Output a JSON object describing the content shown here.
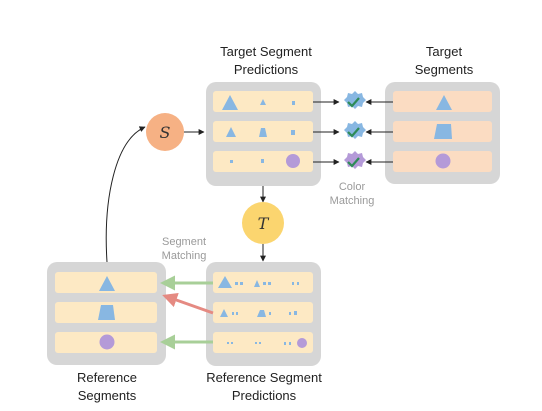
{
  "labels": {
    "target_predictions": [
      "Target Segment",
      "Predictions"
    ],
    "target_segments": [
      "Target",
      "Segments"
    ],
    "reference_segments": [
      "Reference",
      "Segments"
    ],
    "reference_predictions": [
      "Reference Segment",
      "Predictions"
    ],
    "color_matching": [
      "Color",
      "Matching"
    ],
    "segment_matching": [
      "Segment",
      "Matching"
    ]
  },
  "nodes": {
    "s": "S",
    "t": "T"
  },
  "icons": {
    "check": "check-badge-icon",
    "triangle": "triangle-icon",
    "trapezoid": "trapezoid-icon",
    "circle": "circle-icon"
  },
  "colors": {
    "panel": "#d6d6d6",
    "row": "#fde9c4",
    "target_row": "#fbdcc2",
    "shape_blue": "#88b7e2",
    "shape_purple": "#b49ad8",
    "node_s": "#f6b184",
    "node_t": "#fbd56f",
    "arrow_green": "#a8cf98",
    "arrow_red": "#e58a82"
  }
}
